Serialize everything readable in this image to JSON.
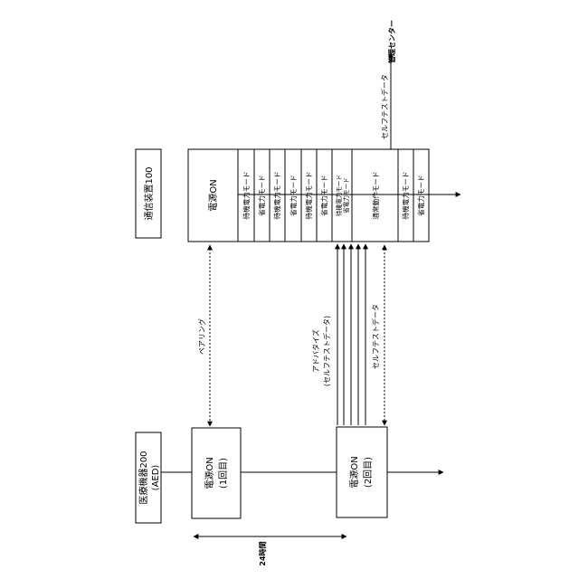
{
  "entities": {
    "comm_device": "通信装置100",
    "medical_device_line1": "医療機器200",
    "medical_device_line2": "(AED)"
  },
  "comm_power_on": "電源ON",
  "aed_power_on_first": {
    "line1": "電源ON",
    "line2": "(1回目)"
  },
  "aed_power_on_second": {
    "line1": "電源ON",
    "line2": "(2回目)"
  },
  "comm_modes_first": [
    "待機電力モード",
    "省電力モード",
    "待機電力モード",
    "省電力モード",
    "待機電力モード",
    "省電力モード",
    "待機電力モード",
    "省電力モード"
  ],
  "comm_mode_normal": "通常動作モード",
  "comm_modes_last": [
    "待機電力モード",
    "省電力モード"
  ],
  "labels": {
    "pairing": "ペアリング",
    "advertise_line1": "アドバタイズ",
    "advertise_line2": "(セルフテストデータ)",
    "self_test_data": "セルフテストデータ",
    "self_test_data_top": "セルフテストデータ",
    "management_center": "管理センター",
    "interval": "24時間"
  }
}
